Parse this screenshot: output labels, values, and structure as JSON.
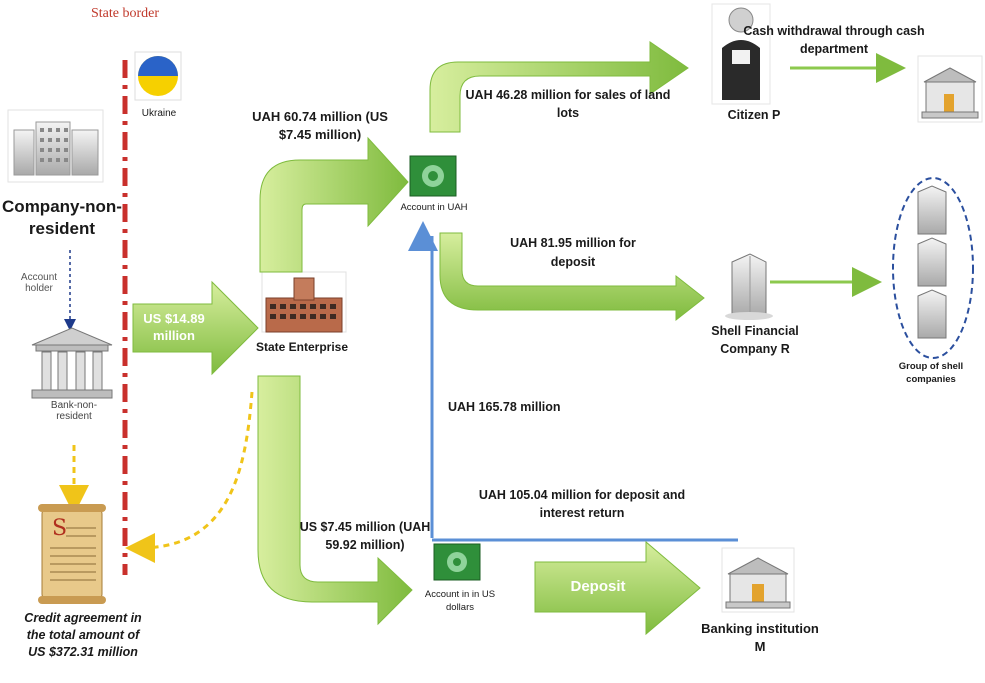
{
  "labels": {
    "state_border": "State border",
    "ukraine": "Ukraine",
    "company_non_resident": "Company-non-resident",
    "account_holder": "Account holder",
    "bank_non_resident": "Bank-non-resident",
    "credit_agreement": "Credit agreement in the total amount of US $372.31 million",
    "flow_usd_in": "US $14.89 million",
    "state_enterprise": "State Enterprise",
    "flow_uah_60": "UAH 60.74 million (US $7.45 million)",
    "account_uah": "Account in UAH",
    "flow_46": "UAH 46.28 million for sales of land lots",
    "citizen_p": "Citizen P",
    "cash_withdrawal": "Cash withdrawal through cash department",
    "flow_81": "UAH 81.95 million for deposit",
    "shell_company_r": "Shell Financial Company R",
    "group_shell": "Group of shell companies",
    "flow_165": "UAH 165.78 million",
    "flow_105": "UAH 105.04 million for deposit and interest return",
    "flow_usd_745": "US $7.45 million (UAH 59.92 million)",
    "account_usd": "Account in in US dollars",
    "deposit": "Deposit",
    "banking_m": "Banking institution M"
  },
  "colors": {
    "arrow_green_light": "#c6e48b",
    "arrow_green_dark": "#79b63a",
    "blue_line": "#5b8fd6",
    "border_red": "#c9302c",
    "dashed_yellow": "#f0c419",
    "navy_dash": "#1e3a8a"
  },
  "icons": [
    "building-icon",
    "ukraine-flag-icon",
    "bank-icon",
    "scroll-icon",
    "money-icon",
    "person-icon",
    "tower-icon"
  ]
}
